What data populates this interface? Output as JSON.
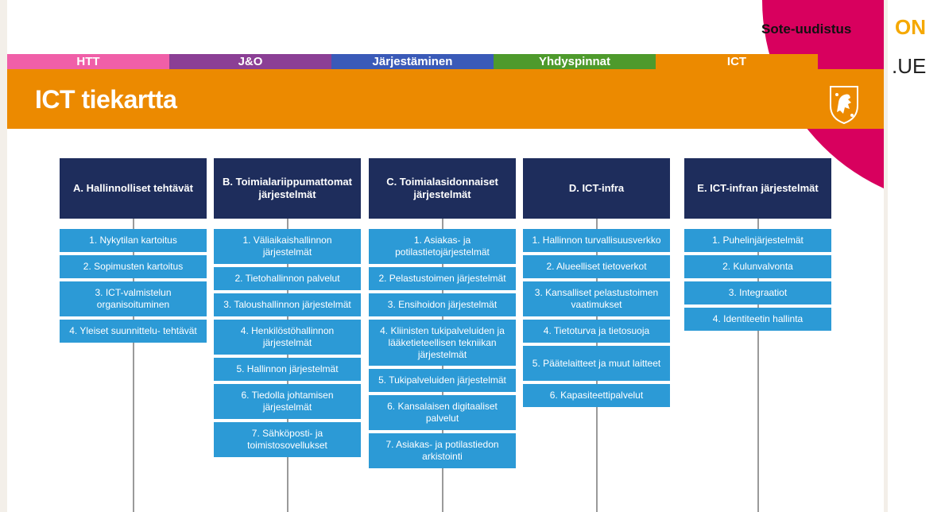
{
  "brand": "Sote-uudistus",
  "tabs": [
    {
      "label": "HTT",
      "color": "#f05fa8"
    },
    {
      "label": "J&O",
      "color": "#8b3f95"
    },
    {
      "label": "Järjestäminen",
      "color": "#3a5ab8"
    },
    {
      "label": "Yhdyspinnat",
      "color": "#4e9a2c"
    },
    {
      "label": "ICT",
      "color": "#ec8a00"
    }
  ],
  "title": "ICT tiekartta",
  "columns": [
    {
      "heading": "A. Hallinnolliset tehtävät",
      "items": [
        "1. Nykytilan kartoitus",
        "2. Sopimusten kartoitus",
        "3. ICT-valmistelun organisoituminen",
        "4. Yleiset suunnittelu- tehtävät"
      ]
    },
    {
      "heading": "B. Toimialariippumattomat järjestelmät",
      "items": [
        "1. Väliaikaishallinnon järjestelmät",
        "2. Tietohallinnon palvelut",
        "3. Taloushallinnon järjestelmät",
        "4. Henkilöstöhallinnon järjestelmät",
        "5. Hallinnon järjestelmät",
        "6. Tiedolla johtamisen järjestelmät",
        "7. Sähköposti- ja toimistosovellukset"
      ]
    },
    {
      "heading": "C. Toimialasidonnaiset järjestelmät",
      "items": [
        "1. Asiakas- ja potilastietojärjestelmät",
        "2. Pelastustoimen järjestelmät",
        "3. Ensihoidon järjestelmät",
        "4. Kliinisten tukipalveluiden ja lääketieteellisen tekniikan järjestelmät",
        "5. Tukipalveluiden järjestelmät",
        "6. Kansalaisen digitaaliset palvelut",
        "7. Asiakas- ja potilastiedon arkistointi"
      ]
    },
    {
      "heading": "D. ICT-infra",
      "items": [
        "1. Hallinnon turvallisuusverkko",
        "2. Alueelliset tietoverkot",
        "3. Kansalliset pelastustoimen vaatimukset",
        "4. Tietoturva ja tietosuoja",
        "5. Päätelaitteet ja muut laitteet",
        "6. Kapasiteettipalvelut"
      ]
    },
    {
      "heading": "E. ICT-infran järjestelmät",
      "items": [
        "1. Puhelinjärjestelmät",
        "2. Kulunvalvonta",
        "3. Integraatiot",
        "4. Identiteetin hallinta"
      ]
    }
  ],
  "edge_text": [
    "ON",
    ".UE"
  ],
  "colors": {
    "header_box": "#1e2d5c",
    "item_box": "#2c9ad6",
    "orange": "#ec8a00",
    "pink": "#d8005e"
  },
  "icons": [
    "lion-coat-of-arms-icon"
  ]
}
